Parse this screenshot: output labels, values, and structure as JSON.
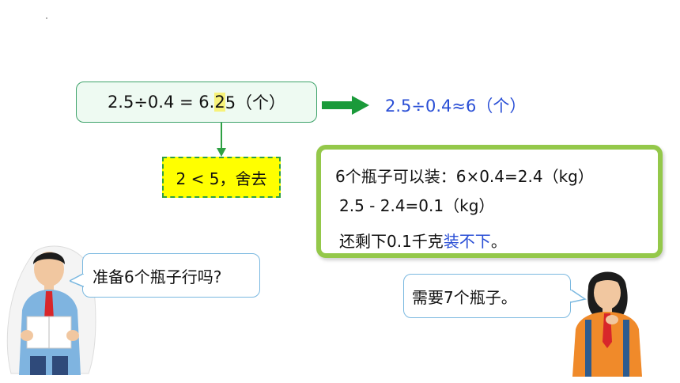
{
  "equation": {
    "before": "2.5÷0.4 = 6.",
    "highlight": "2",
    "after": "5（个）"
  },
  "approx": "2.5÷0.4≈6（个）",
  "round_note": "2 < 5，舍去",
  "calc": {
    "line1": "6个瓶子可以装：6×0.4=2.4（kg）",
    "line2": "2.5 - 2.4=0.1（kg）",
    "line3_prefix": "还剩下0.1千克",
    "line3_blue": "装不下",
    "line3_suffix": "。"
  },
  "boy_question": "准备6个瓶子行吗?",
  "girl_answer": "需要7个瓶子。",
  "colors": {
    "green_border": "#3fa36b",
    "blue_text": "#2a4fd6",
    "highlight_yellow": "#ffff00",
    "calc_border": "#94c84a"
  }
}
